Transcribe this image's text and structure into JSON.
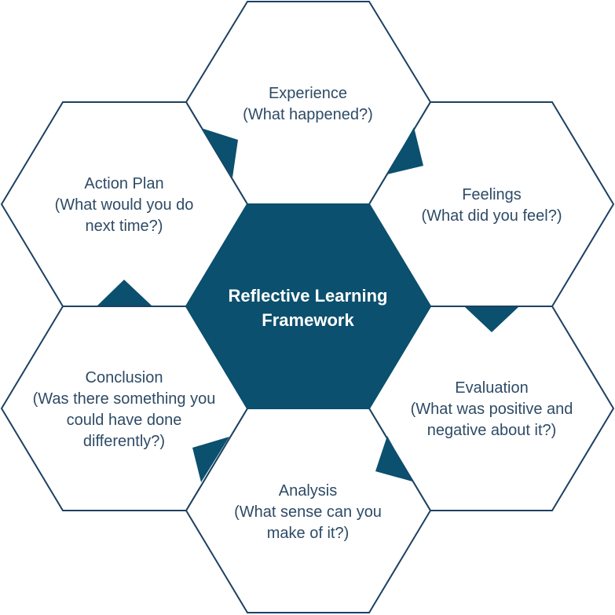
{
  "center": {
    "line1": "Reflective Learning",
    "line2": "Framework"
  },
  "stages": {
    "experience": {
      "title": "Experience",
      "question": "(What happened?)"
    },
    "feelings": {
      "title": "Feelings",
      "question": "(What did you feel?)"
    },
    "evaluation": {
      "title": "Evaluation",
      "question_line1": "(What was positive and",
      "question_line2": "negative about it?)"
    },
    "analysis": {
      "title": "Analysis",
      "question_line1": "(What sense can you",
      "question_line2": "make of it?)"
    },
    "conclusion": {
      "title": "Conclusion",
      "question_line1": "(Was there something you",
      "question_line2": "could have done",
      "question_line3": "differently?)"
    },
    "action_plan": {
      "title": "Action Plan",
      "question_line1": "(What would you do",
      "question_line2": "next time?)"
    }
  },
  "colors": {
    "center_fill": "#0b506e",
    "outline": "#1d4162",
    "text": "#2e4b66"
  }
}
